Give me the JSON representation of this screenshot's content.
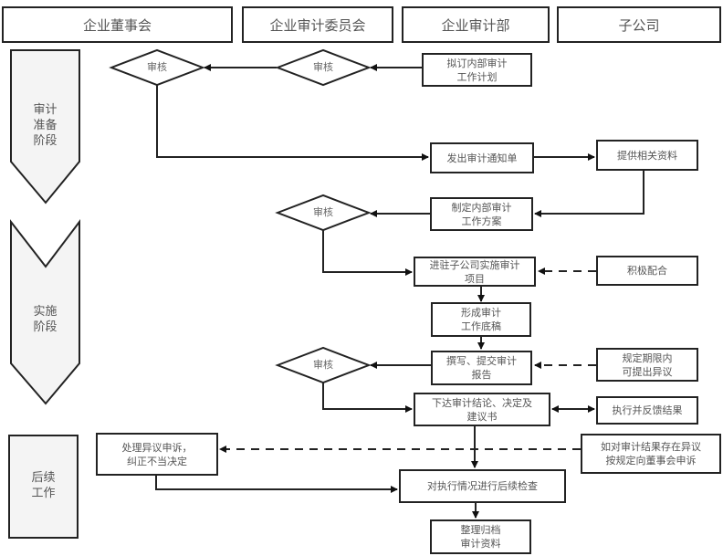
{
  "headers": [
    "企业董事会",
    "企业审计委员会",
    "企业审计部",
    "子公司"
  ],
  "phases": [
    {
      "label": "审计\n准备\n阶段"
    },
    {
      "label": "实施\n阶段"
    },
    {
      "label": "后续\n工作"
    }
  ],
  "decisions": [
    "审核",
    "审核",
    "审核",
    "审核"
  ],
  "boxes": {
    "draft_plan": "拟订内部审计\n工作计划",
    "issue_notice": "发出审计通知单",
    "provide_materials": "提供相关资料",
    "make_program": "制定内部审计\n工作方案",
    "enter_subsidiary": "进驻子公司实施审计\n项目",
    "cooperate": "积极配合",
    "working_papers": "形成审计\n工作底稿",
    "write_report": "撰写、提交审计\n报告",
    "raise_objection": "规定期限内\n可提出异议",
    "issue_conclusion": "下达审计结论、决定及\n建议书",
    "execute_feedback": "执行并反馈结果",
    "handle_appeal": "处理异议申诉，\n纠正不当决定",
    "appeal_to_board": "如对审计结果存在异议\n按规定向董事会申诉",
    "follow_up": "对执行情况进行后续检查",
    "archive": "整理归档\n审计资料"
  }
}
